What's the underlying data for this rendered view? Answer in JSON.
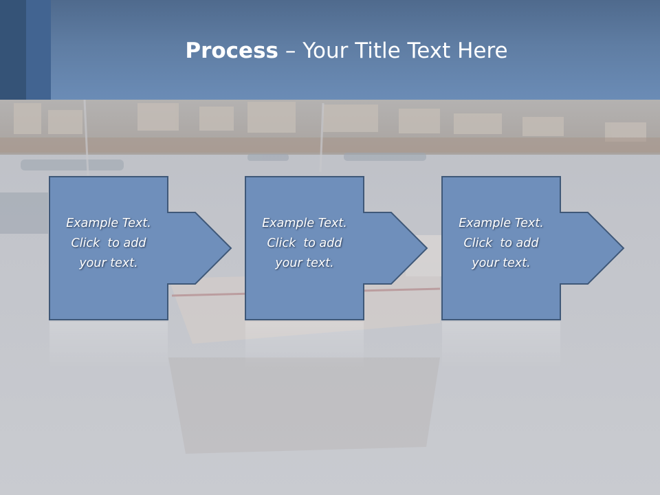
{
  "slide": {
    "title_bold": "Process",
    "title_rest": " – Your Title Text Here",
    "colors": {
      "title_bar": "#5f7da3",
      "title_block_dark": "#355377",
      "title_block_mid": "#426491",
      "step_fill": "#6f8fbb",
      "step_stroke": "#3f5878",
      "background": "#c7cacf"
    },
    "steps": [
      {
        "line1": "Example Text.",
        "line2": "Click  to add",
        "line3": "your text."
      },
      {
        "line1": "Example Text.",
        "line2": "Click  to add",
        "line3": "your text."
      },
      {
        "line1": "Example Text.",
        "line2": "Click  to add",
        "line3": "your text."
      }
    ]
  }
}
